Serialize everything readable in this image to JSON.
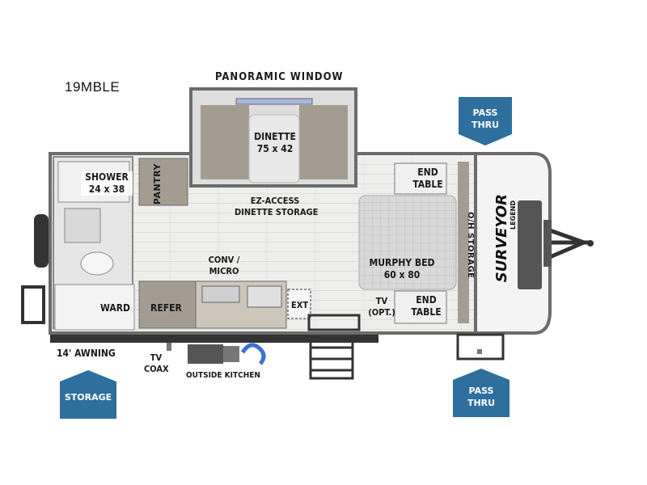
{
  "model": "19MBLE",
  "labels": {
    "panoramic_window": "PANORAMIC WINDOW",
    "dinette": [
      "DINETTE",
      "75 x 42"
    ],
    "shower": [
      "SHOWER",
      "24 x 38"
    ],
    "pantry": "PANTRY",
    "ez_access": [
      "EZ-ACCESS",
      "DINETTE STORAGE"
    ],
    "conv_micro": [
      "CONV /",
      "MICRO"
    ],
    "end_table_top": [
      "END",
      "TABLE"
    ],
    "end_table_bottom": [
      "END",
      "TABLE"
    ],
    "murphy_bed": [
      "MURPHY BED",
      "60 x 80"
    ],
    "oh_storage": "O/H STORAGE",
    "tv_opt": [
      "TV",
      "(OPT.)"
    ],
    "ward": "WARD",
    "refer": "REFER",
    "ext": "EXT",
    "awning": "14' AWNING",
    "tv_coax": [
      "TV",
      "COAX"
    ],
    "outside_kitchen": "OUTSIDE KITCHEN"
  },
  "badges": {
    "pass_thru_top": [
      "PASS",
      "THRU"
    ],
    "pass_thru_bottom": [
      "PASS",
      "THRU"
    ],
    "storage": "STORAGE"
  },
  "logo": {
    "brand": "SURVEYOR",
    "sub": "LEGEND"
  },
  "colors": {
    "badge_blue": "#2e6f9e",
    "wall": "#6b6b6b",
    "floor": "#ebebe9",
    "cabinet": "#a59c91"
  }
}
